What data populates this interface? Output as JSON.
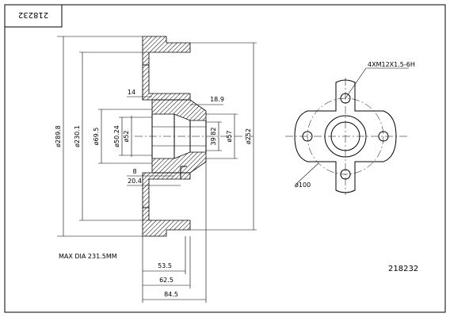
{
  "part_number_top": "218232",
  "part_number_bottom": "218232",
  "note": "MAX DIA 231.5MM",
  "dims": {
    "d289": "ø289.8",
    "d230": "ø230.1",
    "d69": "ø69.5",
    "d50": "ø50.24",
    "d52": "ø52",
    "d39": "39.82",
    "d57": "ø57",
    "d252": "ø252",
    "w14": "14",
    "w18": "18.9",
    "w8": "8",
    "w20": "20.4",
    "w53": "53.5",
    "w62": "62.5",
    "w84": "84.5",
    "d100": "ø100",
    "thread": "4XM12X1.5-6H"
  }
}
